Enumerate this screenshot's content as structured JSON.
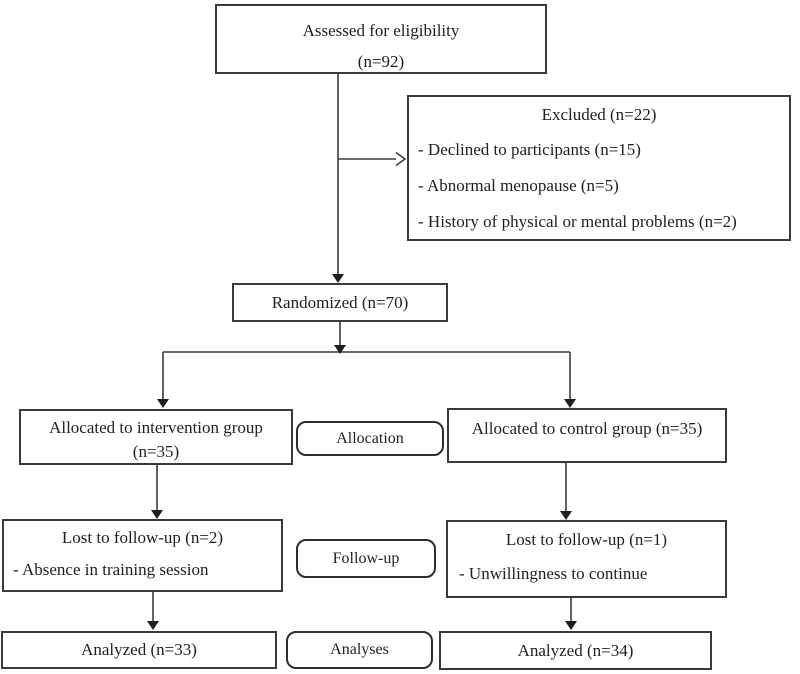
{
  "figure": {
    "background": "#ffffff",
    "border_color": "#3a3a3a",
    "text_color": "#1f1f1f",
    "arrow_color": "#3c3c3c"
  },
  "boxes": {
    "eligibility": {
      "line1": "Assessed for eligibility",
      "line2": "(n=92)"
    },
    "excluded": {
      "title": "Excluded (n=22)",
      "items": [
        "- Declined to participants (n=15)",
        "- Abnormal menopause (n=5)",
        "- History of physical or mental problems (n=2)"
      ]
    },
    "randomized": {
      "label": "Randomized (n=70)"
    },
    "allocation_intervention": {
      "line1": "Allocated to intervention group",
      "line2": "(n=35)"
    },
    "allocation_control": {
      "label": "Allocated to control group (n=35)"
    },
    "followup_intervention": {
      "title": "Lost to follow-up (n=2)",
      "reason": "- Absence in training session"
    },
    "followup_control": {
      "title": "Lost to follow-up (n=1)",
      "reason": "- Unwillingness to continue"
    },
    "analyzed_intervention": {
      "label": "Analyzed (n=33)"
    },
    "analyzed_control": {
      "label": "Analyzed (n=34)"
    }
  },
  "stages": {
    "allocation": "Allocation",
    "followup": "Follow-up",
    "analyses": "Analyses"
  }
}
